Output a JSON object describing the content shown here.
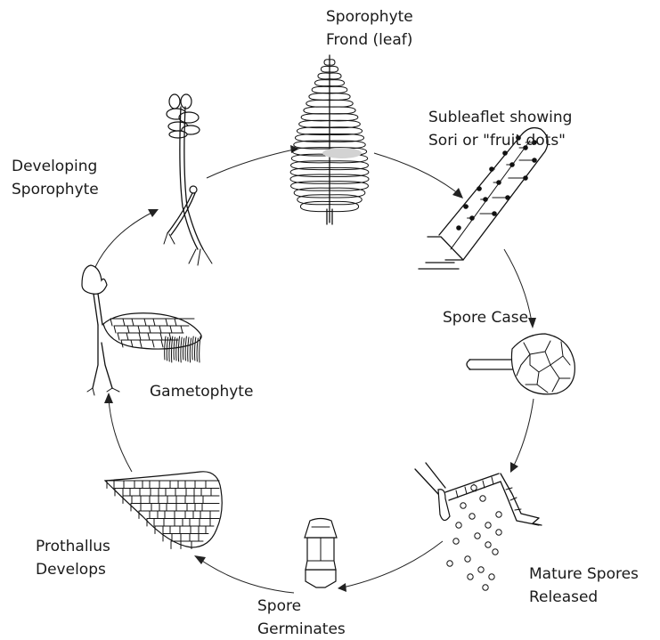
{
  "diagram": {
    "stages": [
      {
        "id": "sporophyte-frond",
        "line1": "Sporophyte",
        "line2": "Frond (leaf)"
      },
      {
        "id": "subleaflet-sori",
        "line1": "Subleaflet showing",
        "line2": "Sori or \"fruit dots\""
      },
      {
        "id": "spore-case",
        "line1": "Spore Case",
        "line2": ""
      },
      {
        "id": "mature-spores",
        "line1": "Mature Spores",
        "line2": "Released"
      },
      {
        "id": "spore-germinates",
        "line1": "Spore",
        "line2": "Germinates"
      },
      {
        "id": "prothallus",
        "line1": "Prothallus",
        "line2": "Develops"
      },
      {
        "id": "gametophyte",
        "line1": "Gametophyte",
        "line2": ""
      },
      {
        "id": "developing-sporophyte",
        "line1": "Developing",
        "line2": "Sporophyte"
      }
    ]
  }
}
